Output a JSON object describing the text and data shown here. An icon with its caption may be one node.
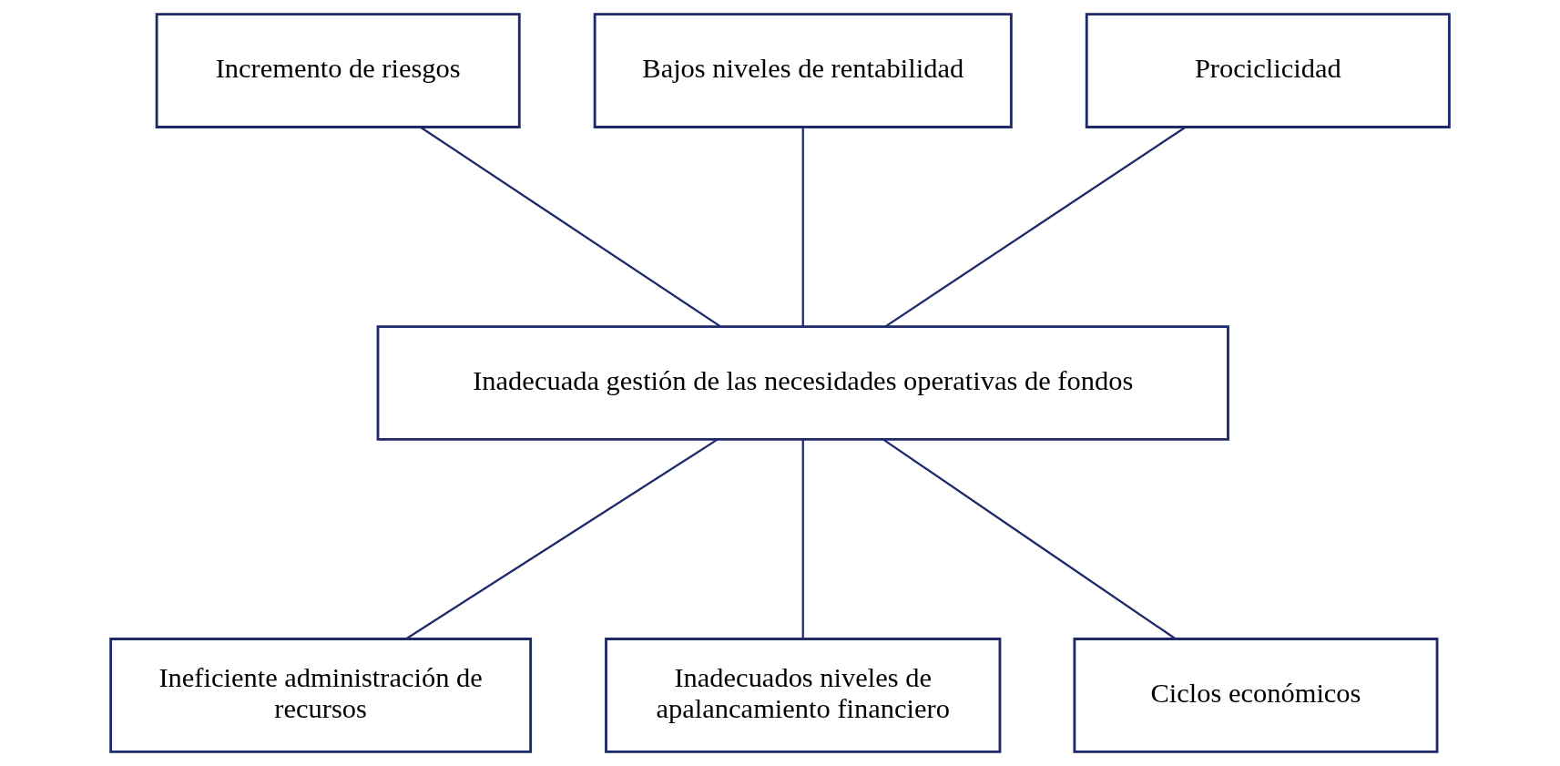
{
  "diagram": {
    "nodes": [
      {
        "text": [
          "Incremento de riesgos"
        ]
      },
      {
        "text": [
          "Bajos niveles de rentabilidad"
        ]
      },
      {
        "text": [
          "Prociclicidad"
        ]
      },
      {
        "text": [
          "Inadecuada gestión de las necesidades operativas de fondos"
        ]
      },
      {
        "text": [
          "Ineficiente administración de recursos"
        ]
      },
      {
        "text": [
          "Inadecuados niveles de apalancamiento financiero"
        ]
      },
      {
        "text": [
          "Ciclos económicos"
        ]
      }
    ],
    "edges": [
      {
        "from": 0,
        "to": 3,
        "arrow": "none"
      },
      {
        "from": 1,
        "to": 3,
        "arrow": "none"
      },
      {
        "from": 2,
        "to": 3,
        "arrow": "none"
      },
      {
        "from": 3,
        "to": 4,
        "arrow": "none"
      },
      {
        "from": 3,
        "to": 5,
        "arrow": "none"
      },
      {
        "from": 3,
        "to": 6,
        "arrow": "none"
      }
    ]
  }
}
